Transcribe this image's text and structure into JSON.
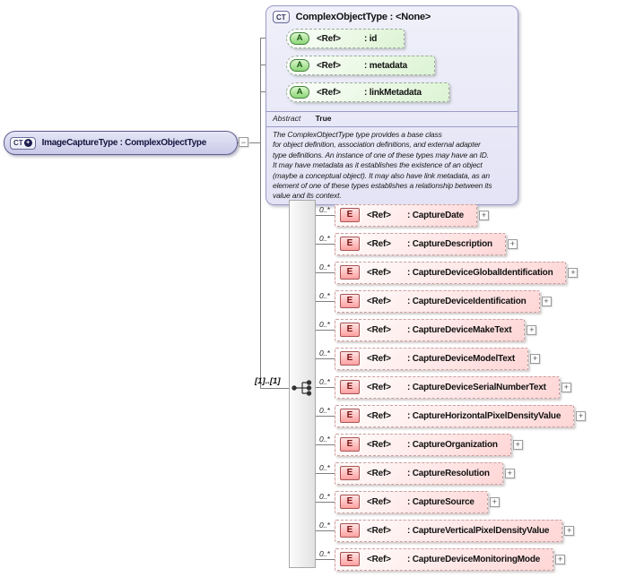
{
  "colors": {
    "base_box_fill": "#e8e8f7",
    "base_box_border": "#9b9bc8",
    "derived_box_fill": "#d5d5ee",
    "derived_box_border": "#5d5d8d",
    "attribute_fill": "#e9f7e2",
    "attribute_icon": "#8cd677",
    "element_fill": "#ffe2e2",
    "element_icon": "#ffa1a1",
    "sequence_bar_fill": "#ededed",
    "connector_line": "#7f7f7f"
  },
  "glyphs": {
    "complex_type": "CT",
    "attribute": "A",
    "element": "E",
    "plus_circle": "+",
    "collapse": "−",
    "expand": "+"
  },
  "base_type": {
    "icon": "complex-type",
    "title": "ComplexObjectType : <None>",
    "attributes": [
      {
        "ref": "<Ref>",
        "name": ": id"
      },
      {
        "ref": "<Ref>",
        "name": ": metadata"
      },
      {
        "ref": "<Ref>",
        "name": ": linkMetadata"
      }
    ],
    "abstract_label": "Abstract",
    "abstract_value": "True",
    "description_lines": [
      "The ComplexObjectType type provides a base class",
      "for object definition, association definitions, and external adapter",
      "type definitions. An instance of one of these types may have an ID.",
      "It may have metadata as it establishes the existence of an object",
      "(maybe a conceptual object). It may also have link metadata, as an",
      "element of one of these types establishes a relationship between its",
      "value and its context."
    ]
  },
  "derived_type": {
    "icon": "complex-type-global",
    "title": "ImageCaptureType : ComplexObjectType"
  },
  "sequence": {
    "cardinality": "[1]..[1]",
    "compositor": "sequence"
  },
  "elements": [
    {
      "cardinality": "0..*",
      "ref": "<Ref>",
      "name": ": CaptureDate"
    },
    {
      "cardinality": "0..*",
      "ref": "<Ref>",
      "name": ": CaptureDescription"
    },
    {
      "cardinality": "0..*",
      "ref": "<Ref>",
      "name": ": CaptureDeviceGlobalIdentification"
    },
    {
      "cardinality": "0..*",
      "ref": "<Ref>",
      "name": ": CaptureDeviceIdentification"
    },
    {
      "cardinality": "0..*",
      "ref": "<Ref>",
      "name": ": CaptureDeviceMakeText"
    },
    {
      "cardinality": "0..*",
      "ref": "<Ref>",
      "name": ": CaptureDeviceModelText"
    },
    {
      "cardinality": "0..*",
      "ref": "<Ref>",
      "name": ": CaptureDeviceSerialNumberText"
    },
    {
      "cardinality": "0..*",
      "ref": "<Ref>",
      "name": ": CaptureHorizontalPixelDensityValue"
    },
    {
      "cardinality": "0..*",
      "ref": "<Ref>",
      "name": ": CaptureOrganization"
    },
    {
      "cardinality": "0..*",
      "ref": "<Ref>",
      "name": ": CaptureResolution"
    },
    {
      "cardinality": "0..*",
      "ref": "<Ref>",
      "name": ": CaptureSource"
    },
    {
      "cardinality": "0..*",
      "ref": "<Ref>",
      "name": ": CaptureVerticalPixelDensityValue"
    },
    {
      "cardinality": "0..*",
      "ref": "<Ref>",
      "name": ": CaptureDeviceMonitoringMode"
    }
  ]
}
